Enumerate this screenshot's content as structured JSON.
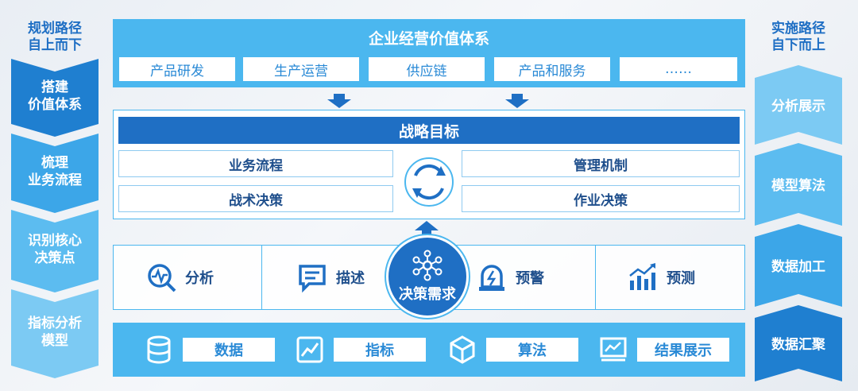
{
  "left_column": {
    "title_line1": "规划路径",
    "title_line2": "自上而下",
    "steps": [
      {
        "label": "搭建\n价值体系",
        "color": "#1f7fd0"
      },
      {
        "label": "梳理\n业务流程",
        "color": "#3ca6e8"
      },
      {
        "label": "识别核心\n决策点",
        "color": "#5cbcf0"
      },
      {
        "label": "指标分析\n模型",
        "color": "#7ccaf3"
      }
    ]
  },
  "right_column": {
    "title_line1": "实施路径",
    "title_line2": "自下而上",
    "steps": [
      {
        "label": "分析展示",
        "color": "#7ccaf3"
      },
      {
        "label": "模型算法",
        "color": "#5cbcf0"
      },
      {
        "label": "数据加工",
        "color": "#3ca6e8"
      },
      {
        "label": "数据汇聚",
        "color": "#1f7fd0"
      }
    ]
  },
  "top_panel": {
    "title": "企业经营价值体系",
    "items": [
      "产品研发",
      "生产运营",
      "供应链",
      "产品和服务",
      "……"
    ]
  },
  "strategy": {
    "title": "战略目标",
    "cells": [
      "业务流程",
      "战术决策",
      "管理机制",
      "作业决策"
    ]
  },
  "decision": {
    "center_label": "决策需求",
    "items": [
      {
        "label": "分析",
        "icon": "analysis-icon"
      },
      {
        "label": "描述",
        "icon": "describe-icon"
      },
      {
        "label": "预警",
        "icon": "alarm-icon"
      },
      {
        "label": "预测",
        "icon": "forecast-icon"
      }
    ]
  },
  "bottom_panel": {
    "items": [
      {
        "label": "数据",
        "icon": "database-icon"
      },
      {
        "label": "指标",
        "icon": "indicator-icon"
      },
      {
        "label": "算法",
        "icon": "algorithm-icon"
      },
      {
        "label": "结果展示",
        "icon": "result-display-icon"
      }
    ]
  },
  "colors": {
    "primary": "#1f6fc4",
    "light_blue": "#4bb7ef",
    "text_dark": "#1f4f8c"
  }
}
